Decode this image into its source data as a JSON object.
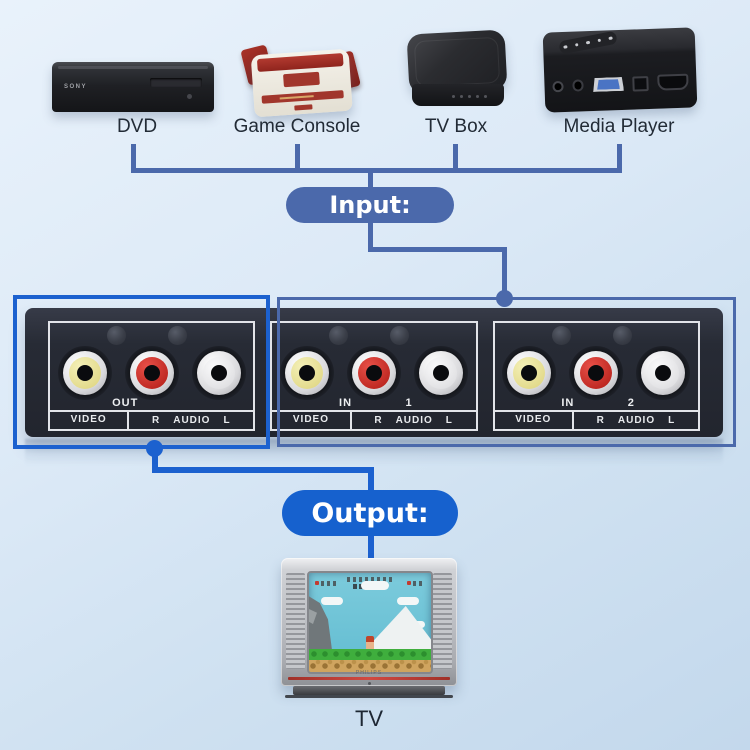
{
  "colors": {
    "input_accent": "#4b69ab",
    "output_accent": "#1c61cf",
    "panel": "#262a34",
    "jack_video": "#ddd37c",
    "jack_audio_r": "#b01b15",
    "jack_audio_l": "#e9e9ec"
  },
  "badges": {
    "input": "Input:",
    "output": "Output:"
  },
  "input_devices": [
    {
      "label": "DVD",
      "brand": "SONY"
    },
    {
      "label": "Game Console"
    },
    {
      "label": "TV Box"
    },
    {
      "label": "Media Player"
    }
  ],
  "switcher": {
    "sections": [
      {
        "label": "OUT",
        "number": "",
        "video": "VIDEO",
        "audio_r": "R",
        "audio": "AUDIO",
        "audio_l": "L"
      },
      {
        "label": "IN",
        "number": "1",
        "video": "VIDEO",
        "audio_r": "R",
        "audio": "AUDIO",
        "audio_l": "L"
      },
      {
        "label": "IN",
        "number": "2",
        "video": "VIDEO",
        "audio_r": "R",
        "audio": "AUDIO",
        "audio_l": "L"
      }
    ]
  },
  "output_device": {
    "label": "TV",
    "brand": "PHILIPS"
  }
}
